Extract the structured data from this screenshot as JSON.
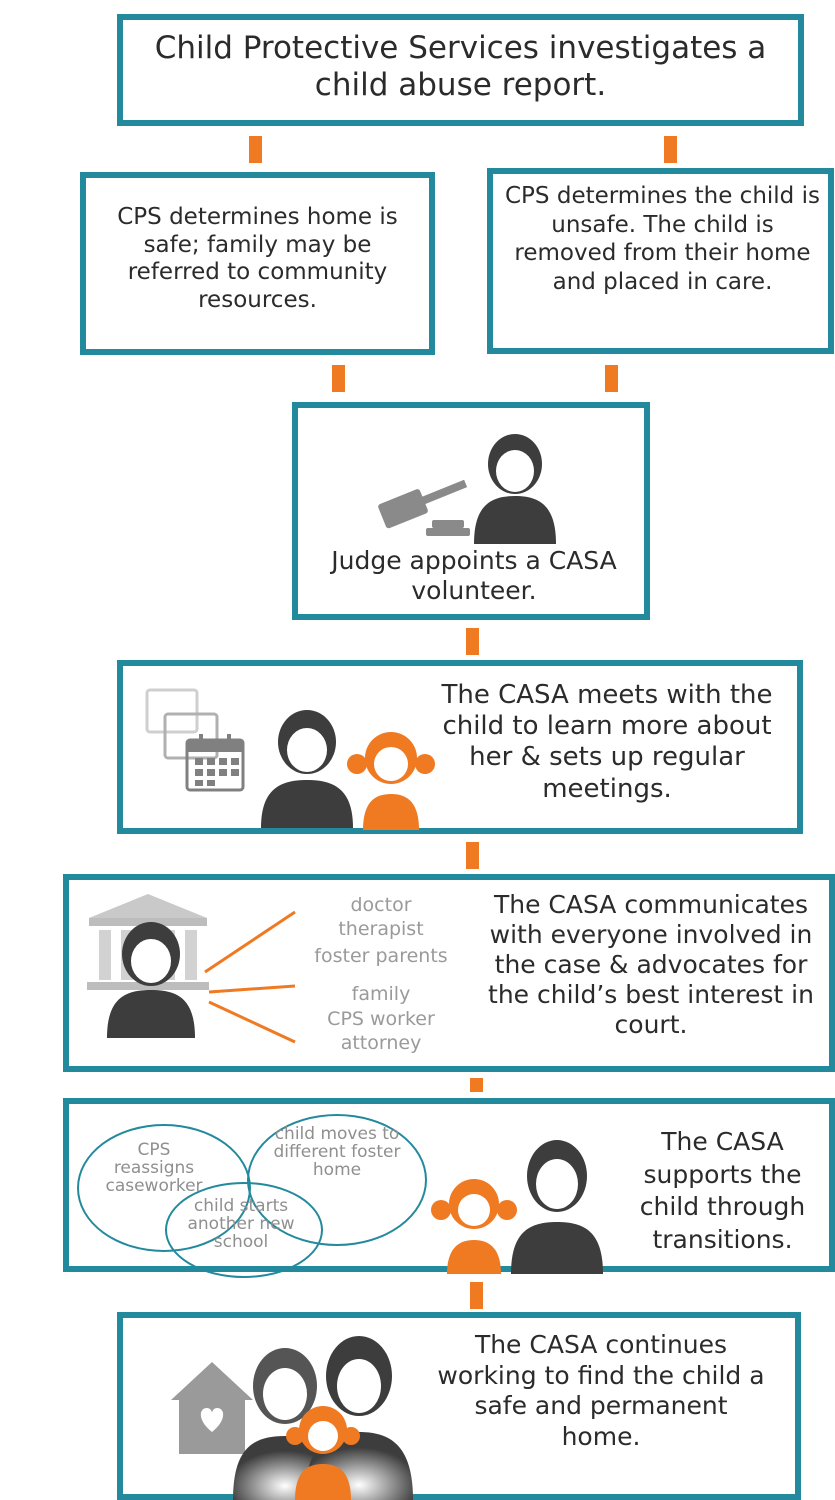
{
  "steps": {
    "s1": "Child Protective Services investigates a child abuse report.",
    "s2a": "CPS determines home is safe; family may be referred to community resources.",
    "s2b": "CPS determines the child is unsafe. The child is removed from their home and placed in care.",
    "s3": "Judge appoints a CASA volunteer.",
    "s4": "The CASA meets with the child to learn more about her & sets up regular meetings.",
    "s5": "The CASA communicates with everyone involved in the case & advocates for the child’s best interest in court.",
    "s6": "The CASA supports the child through transitions.",
    "s7": "The CASA continues working to find the child a safe and permanent home."
  },
  "contacts": [
    "doctor",
    "therapist",
    "foster parents",
    "family",
    "CPS worker",
    "attorney"
  ],
  "transitions": {
    "t1": "CPS reassigns caseworker",
    "t2": "child moves to different foster home",
    "t3": "child starts another new school"
  },
  "colors": {
    "border": "#23899c",
    "connector": "#ef7a22",
    "adult": "#3d3d3d",
    "child": "#ef7a22",
    "icon_gray": "#9a9a9a"
  },
  "icons": [
    "gavel-icon",
    "adult-person-icon",
    "calendar-icon",
    "child-girl-icon",
    "courthouse-icon",
    "house-heart-icon",
    "family-icon"
  ]
}
